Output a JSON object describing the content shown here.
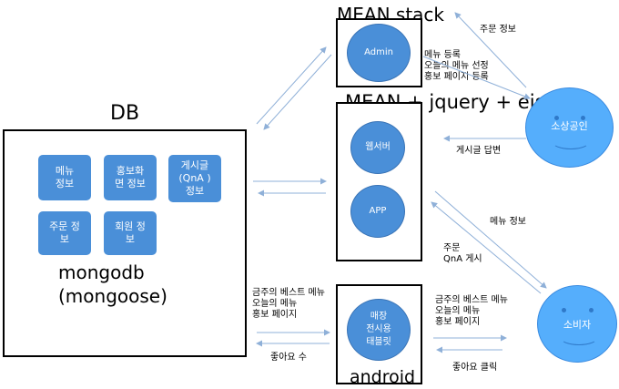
{
  "db": {
    "title": "DB",
    "tiles": [
      "메뉴\n정보",
      "홍보화\n면 정보",
      "게시글\n(QnA )\n정보",
      "주문 정\n보",
      "회원 정\n보"
    ],
    "caption": "mongodb\n(mongoose)"
  },
  "mean_stack": {
    "title": "MEAN stack",
    "admin": "Admin"
  },
  "mean_jquery": {
    "title": "MEAN + jquery + ejs",
    "webserver": "웹서버",
    "app": "APP"
  },
  "android": {
    "title": "android",
    "tablet": "매장\n전시용\n태블릿"
  },
  "actors": {
    "owner": "소상공인",
    "consumer": "소비자"
  },
  "labels": {
    "order_info_top": "주문 정보",
    "admin_tasks": "메뉴 등록\n오늘의 메뉴 선정\n홍보 페이지 등록",
    "post_reply": "게시글 답변",
    "menu_info": "메뉴 정보",
    "order_qna": "주문\nQnA 게시",
    "best_menu_left": "금주의 베스트 메뉴\n오늘의 메뉴\n홍보 페이지",
    "likes_count": "좋아요 수",
    "best_menu_right": "금주의 베스트 메뉴\n오늘의 메뉴\n홍보 페이지",
    "like_click": "좋아요 클릭"
  }
}
